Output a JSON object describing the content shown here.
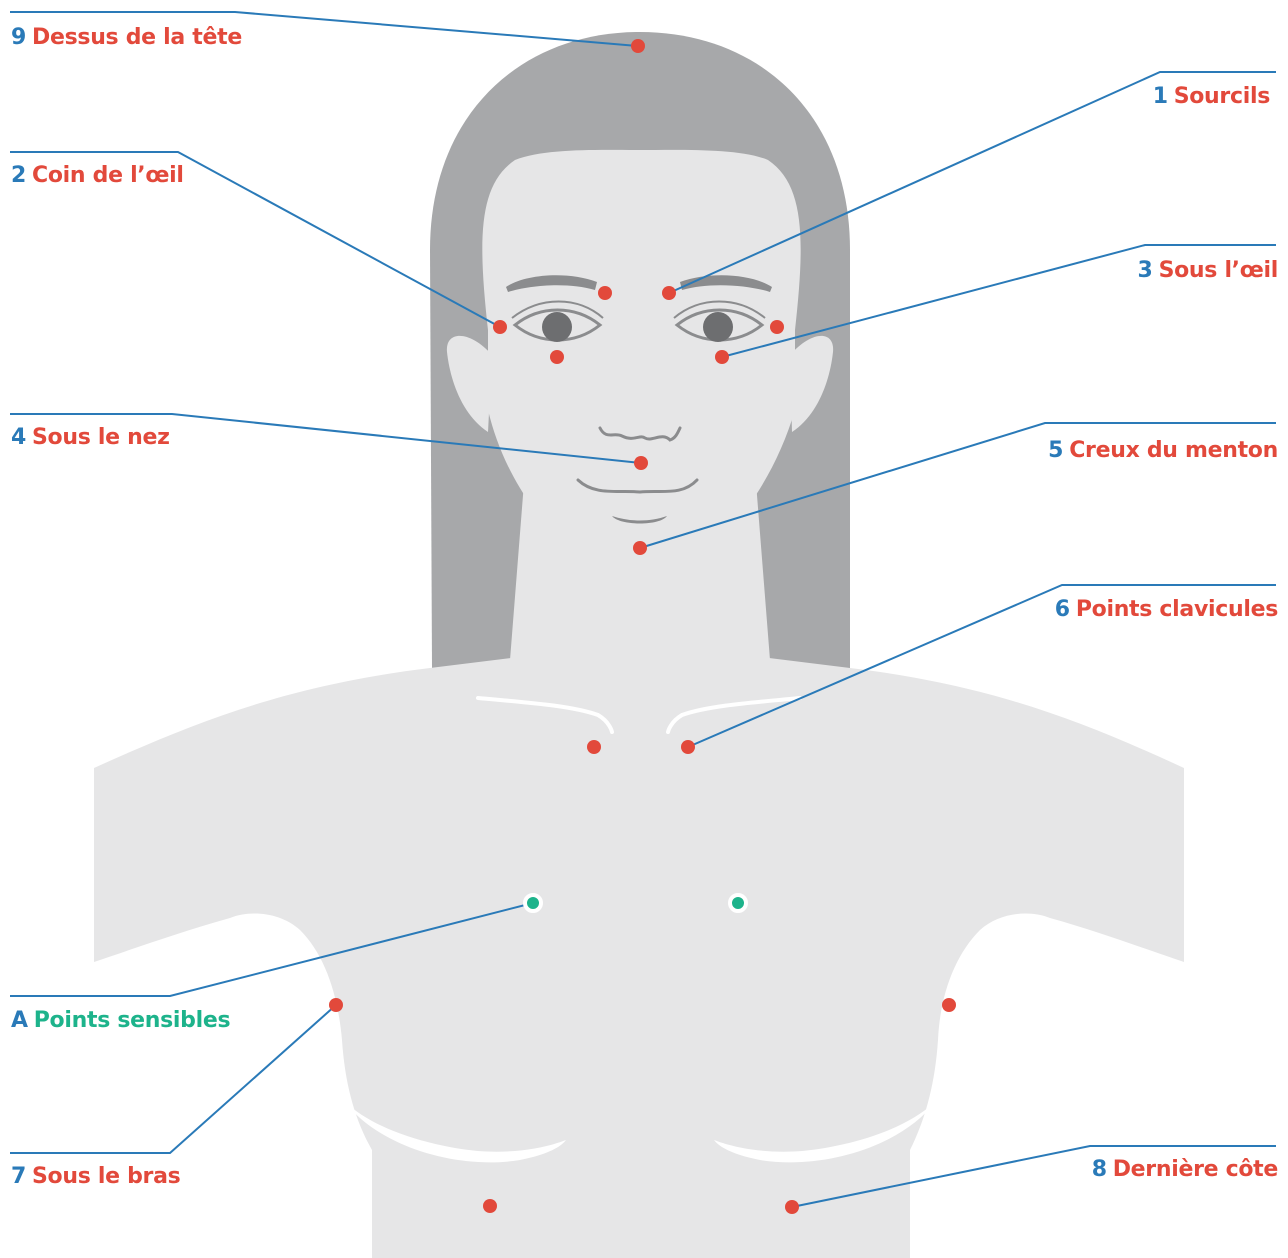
{
  "colors": {
    "hair": "#a7a8aa",
    "skin": "#e6e6e7",
    "feature": "#8b8c8e",
    "leader_line": "#2a7ab8",
    "number": "#2a7ab8",
    "point_red": "#e2493b",
    "point_green": "#1db38b",
    "background": "#ffffff"
  },
  "points": [
    {
      "number": "9",
      "label": "Dessus de la tête",
      "color": "red"
    },
    {
      "number": "1",
      "label": "Sourcils",
      "color": "red"
    },
    {
      "number": "2",
      "label": "Coin de l’œil",
      "color": "red"
    },
    {
      "number": "3",
      "label": "Sous l’œil",
      "color": "red"
    },
    {
      "number": "4",
      "label": "Sous le nez",
      "color": "red"
    },
    {
      "number": "5",
      "label": "Creux du menton",
      "color": "red"
    },
    {
      "number": "6",
      "label": "Points clavicules",
      "color": "red"
    },
    {
      "number": "A",
      "label": "Points sensibles",
      "color": "green"
    },
    {
      "number": "7",
      "label": "Sous le bras",
      "color": "red"
    },
    {
      "number": "8",
      "label": "Dernière côte",
      "color": "red"
    }
  ]
}
